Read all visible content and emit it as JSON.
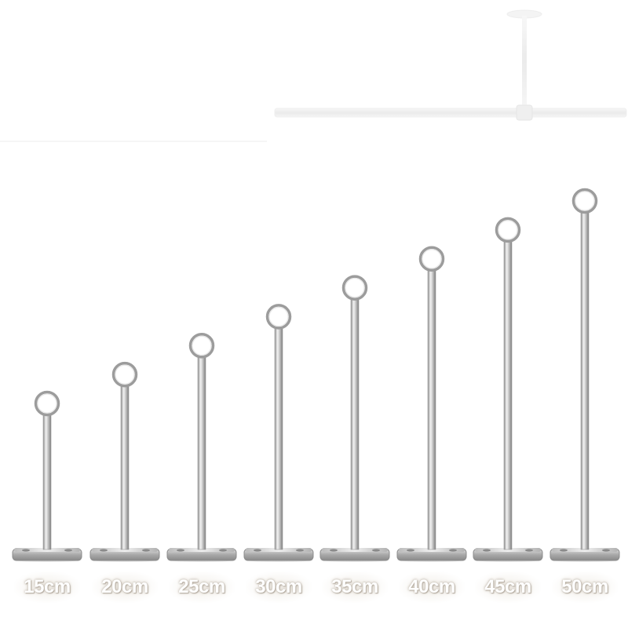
{
  "product": {
    "icon": "table-number-holder-icon",
    "colors": {
      "metal_light": "#f2f2f2",
      "metal_mid": "#c4c4c4",
      "metal_dark": "#8a8a8a",
      "background": "#ffffff"
    },
    "sizes": [
      {
        "label": "15cm",
        "height_cm": 15
      },
      {
        "label": "20cm",
        "height_cm": 20
      },
      {
        "label": "25cm",
        "height_cm": 25
      },
      {
        "label": "30cm",
        "height_cm": 30
      },
      {
        "label": "35cm",
        "height_cm": 35
      },
      {
        "label": "40cm",
        "height_cm": 40
      },
      {
        "label": "45cm",
        "height_cm": 45
      },
      {
        "label": "50cm",
        "height_cm": 50
      }
    ]
  }
}
